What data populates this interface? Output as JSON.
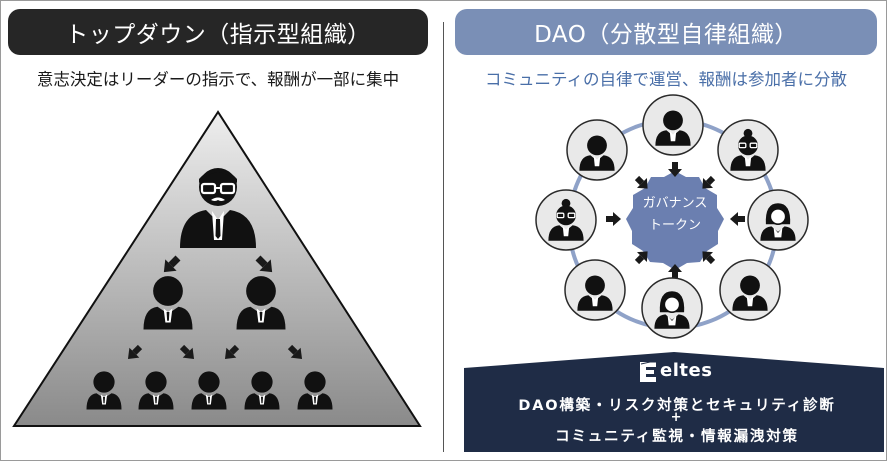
{
  "left": {
    "title": "トップダウン（指示型組織）",
    "subtitle": "意志決定はリーダーの指示で、報酬が一部に集中"
  },
  "right": {
    "title": "DAO（分散型自律組織）",
    "subtitle": "コミュニティの自律で運営、報酬は参加者に分散",
    "hub_line1": "ガバナンス",
    "hub_line2": "トークン"
  },
  "banner": {
    "logo": "eltes",
    "line1": "DAO構築・リスク対策とセキュリティ診断",
    "plus": "+",
    "line2": "コミュニティ監視・情報漏洩対策"
  },
  "colors": {
    "dark_pill": "#262626",
    "blue_pill": "#7a8fb6",
    "blue_text": "#4a6fa8",
    "hub": "#6b7fb0",
    "banner": "#1f2c46"
  }
}
